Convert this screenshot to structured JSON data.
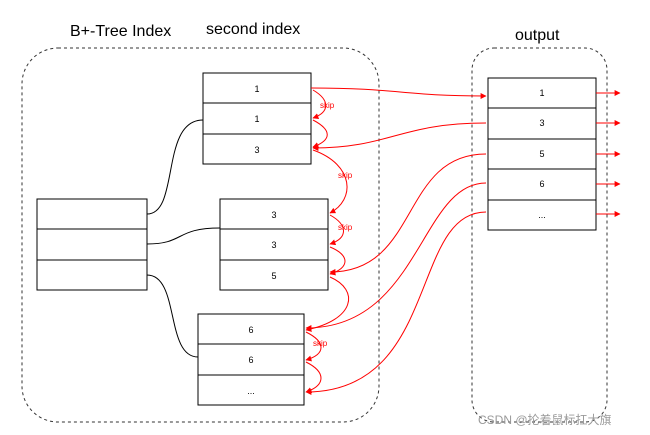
{
  "titles": {
    "bplus_tree": "B+-Tree Index",
    "second_index": "second index",
    "output": "output"
  },
  "skip_label": "skip",
  "second_index_blocks": [
    {
      "cells": [
        "1",
        "1",
        "3"
      ]
    },
    {
      "cells": [
        "3",
        "3",
        "5"
      ]
    },
    {
      "cells": [
        "6",
        "6",
        "..."
      ]
    }
  ],
  "output_cells": [
    "1",
    "3",
    "5",
    "6",
    "..."
  ],
  "watermark": "CSDN @抡着鼠标扛大旗",
  "colors": {
    "arrow": "#ff0000",
    "line": "#000000",
    "dashed": "#333333"
  }
}
